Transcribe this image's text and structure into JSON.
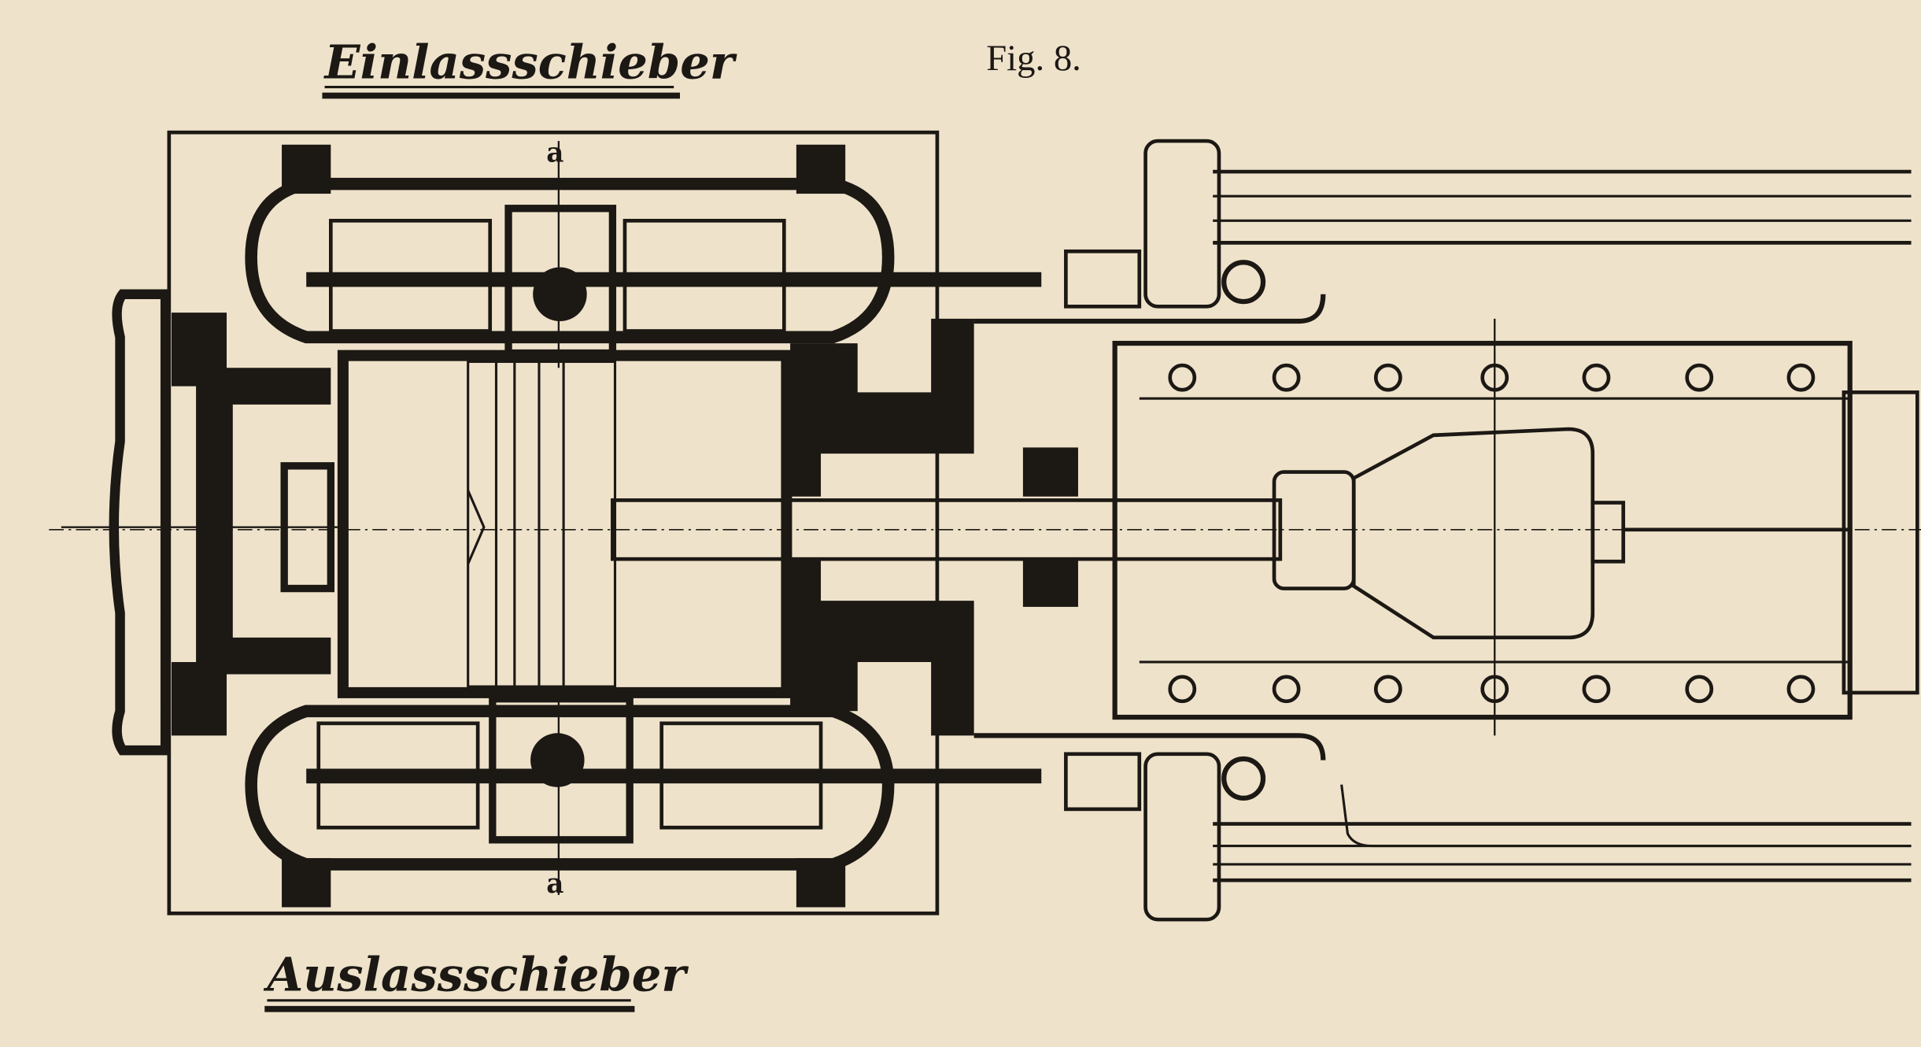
{
  "figure": {
    "title": "Fig. 8.",
    "inlet_label": "Einlassschieber",
    "outlet_label": "Auslassschieber",
    "section_mark_top": "a",
    "section_mark_bottom": "a"
  },
  "colors": {
    "paper": "#eee2ca",
    "ink": "#1c1814"
  }
}
